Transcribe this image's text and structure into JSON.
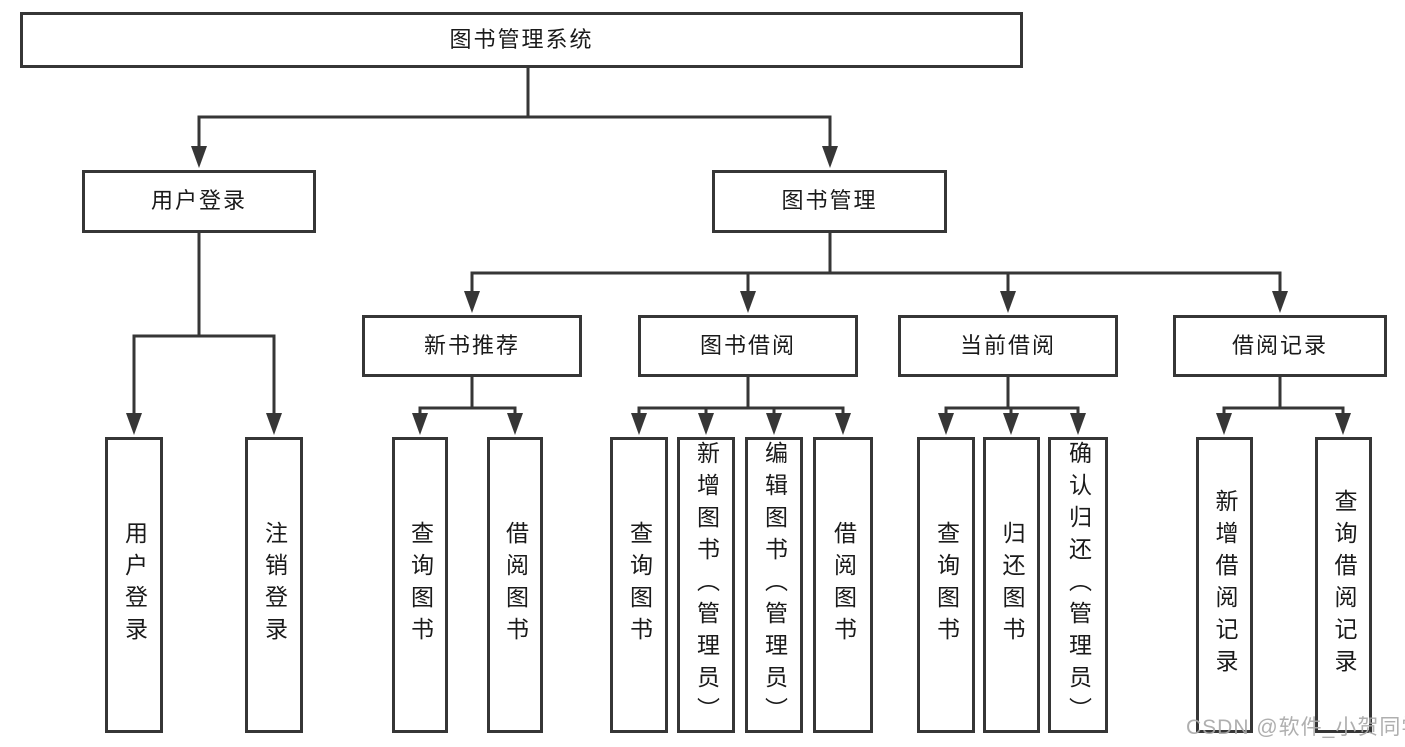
{
  "tree": {
    "label": "图书管理系统",
    "children": [
      {
        "label": "用户登录",
        "children": [
          {
            "label": "用户登录"
          },
          {
            "label": "注销登录"
          }
        ]
      },
      {
        "label": "图书管理",
        "children": [
          {
            "label": "新书推荐",
            "children": [
              {
                "label": "查询图书"
              },
              {
                "label": "借阅图书"
              }
            ]
          },
          {
            "label": "图书借阅",
            "children": [
              {
                "label": "查询图书"
              },
              {
                "label": "新增图书（管理员）"
              },
              {
                "label": "编辑图书（管理员）"
              },
              {
                "label": "借阅图书"
              }
            ]
          },
          {
            "label": "当前借阅",
            "children": [
              {
                "label": "查询图书"
              },
              {
                "label": "归还图书"
              },
              {
                "label": "确认归还（管理员）"
              }
            ]
          },
          {
            "label": "借阅记录",
            "children": [
              {
                "label": "新增借阅记录"
              },
              {
                "label": "查询借阅记录"
              }
            ]
          }
        ]
      }
    ]
  },
  "page": {
    "watermark": "CSDN @软件_小贺同学"
  },
  "style": {
    "line_color": "#363636",
    "background": "#ffffff",
    "text_color": "#1a1a1a",
    "watermark_color": "#a8a8a8"
  }
}
